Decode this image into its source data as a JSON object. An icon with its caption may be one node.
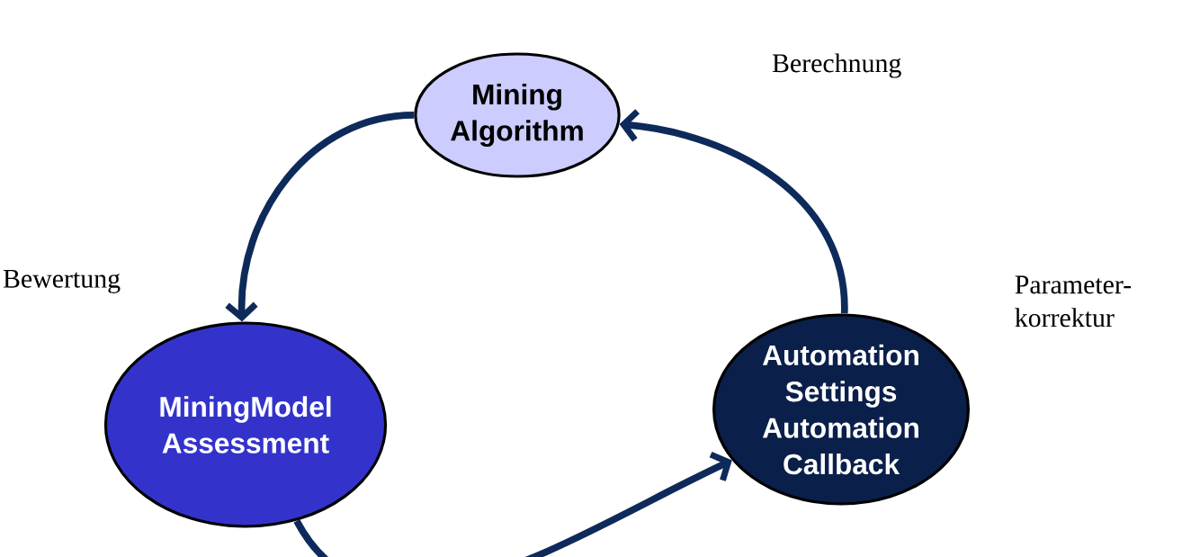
{
  "diagram": {
    "nodes": [
      {
        "text": [
          "Mining Algorithm"
        ]
      },
      {
        "text": [
          "MiningModel Assessment"
        ]
      },
      {
        "text": [
          "Automation Settings Automation Callback"
        ]
      }
    ],
    "edges": [
      {
        "from": 0,
        "to": 1,
        "arrow": "to"
      },
      {
        "from": 1,
        "to": 2,
        "arrow": "to"
      },
      {
        "from": 2,
        "to": 0,
        "arrow": "to"
      }
    ],
    "labels": [
      "Berechnung",
      "Bewertung",
      "Parameter- korrektur"
    ]
  }
}
